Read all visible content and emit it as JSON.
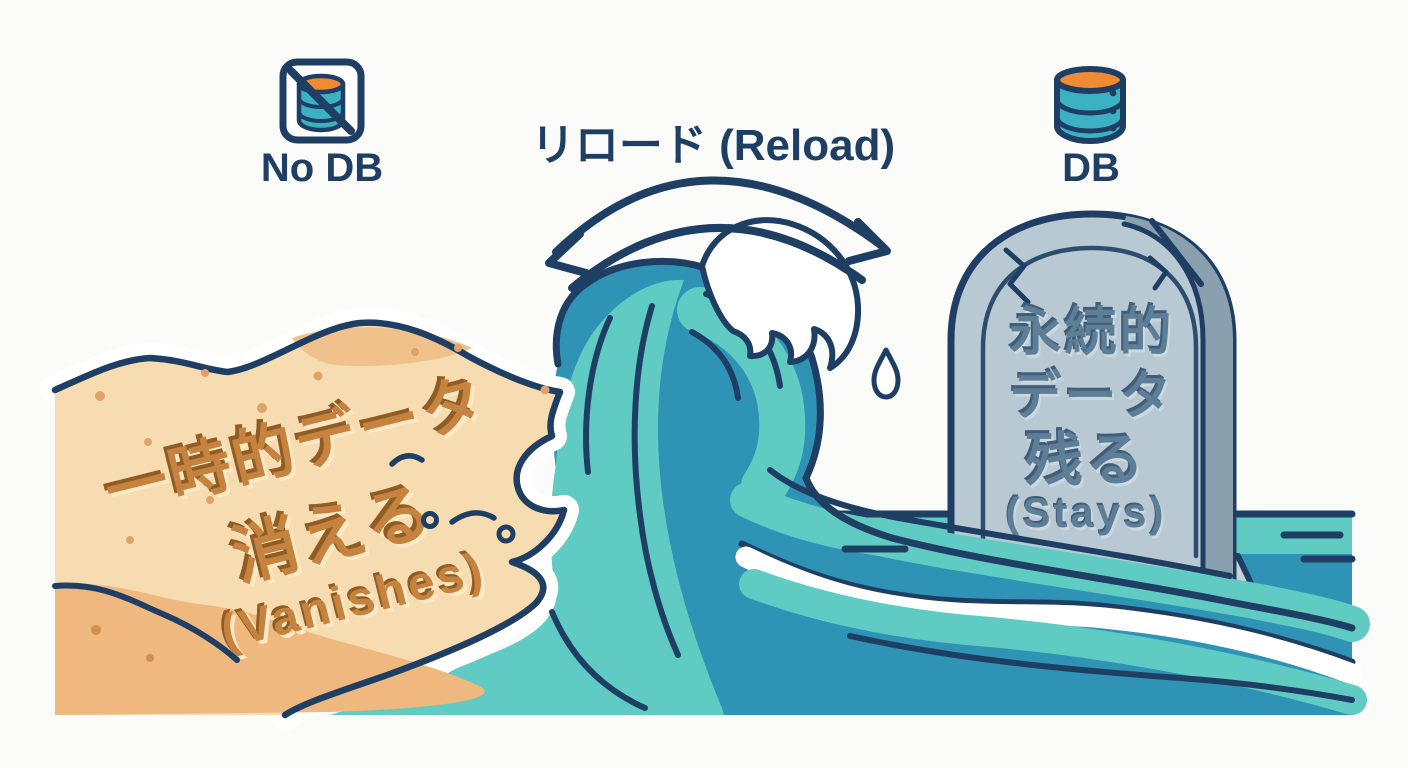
{
  "badges": {
    "no_db": {
      "label": "No DB",
      "icon": "database-slash-icon"
    },
    "reload": {
      "label": "リロード (Reload)",
      "icon": "double-arc-arrow-icon"
    },
    "db": {
      "label": "DB",
      "icon": "database-icon"
    }
  },
  "sand_message": {
    "line1": "一時的データ",
    "line2": "消える",
    "line3": "(Vanishes)"
  },
  "stone_message": {
    "line1": "永続的",
    "line2": "データ",
    "line3": "残る",
    "line4": "(Stays)"
  },
  "colors": {
    "navy": "#1e3f63",
    "teal": "#2f93b6",
    "aqua": "#5fcbc3",
    "sand": "#f7dcb1",
    "sand_dark": "#eeb87e",
    "sand_patch": "#f0c18a",
    "sand_dot": "#dfa268",
    "sand_text": "#c5833f",
    "sand_text_dark": "#8f5c24",
    "sand_text_light": "#fbe8c4",
    "stone": "#b9c9d4",
    "stone_side": "#8ba0ae",
    "stone_text": "#5d7e97",
    "stone_text_dark": "#415d77",
    "stone_text_light": "#ccd8e0",
    "pedestal": "#a2b4bf",
    "pedestal_top": "#c6d2da",
    "pedestal_side": "#8094a2",
    "db_teal": "#3cb1c3",
    "db_orange": "#f08b33",
    "white": "#ffffff",
    "bg": "#fbfbf9"
  }
}
